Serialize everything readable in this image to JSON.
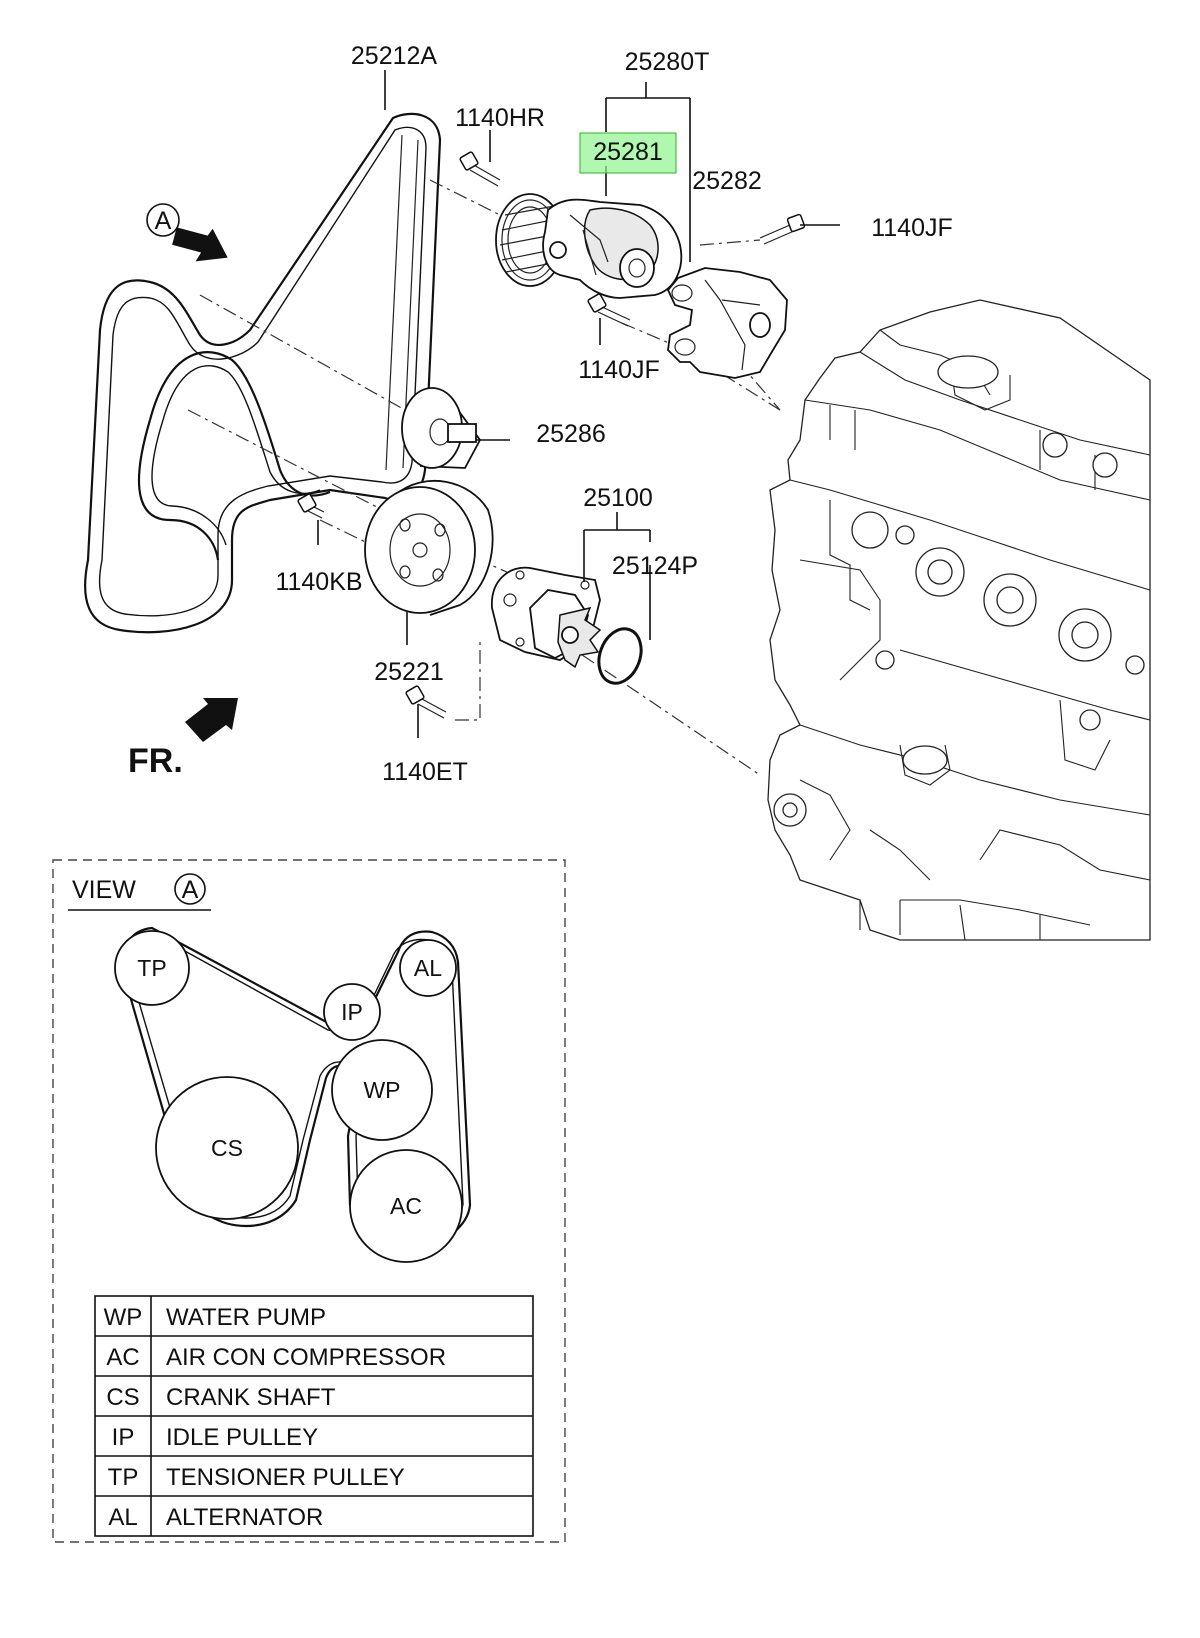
{
  "callouts": {
    "belt_main": "25212A",
    "tensioner_assy": "25280T",
    "tensioner": "25281",
    "bracket": "25282",
    "bolt_hr": "1140HR",
    "bolt_jf_right": "1140JF",
    "bolt_jf_lower": "1140JF",
    "idler_pulley": "25286",
    "water_pump_assy": "25100",
    "gasket": "25124P",
    "bolt_kb": "1140KB",
    "wp_pulley": "25221",
    "bolt_et": "1140ET"
  },
  "view_marker": "A",
  "front_marker": "FR.",
  "view_a": {
    "title": "VIEW",
    "marker": "A",
    "pulleys": {
      "tp": "TP",
      "ip": "IP",
      "al": "AL",
      "wp": "WP",
      "cs": "CS",
      "ac": "AC"
    }
  },
  "legend": [
    {
      "code": "WP",
      "name": "WATER PUMP"
    },
    {
      "code": "AC",
      "name": "AIR CON COMPRESSOR"
    },
    {
      "code": "CS",
      "name": "CRANK SHAFT"
    },
    {
      "code": "IP",
      "name": "IDLE PULLEY"
    },
    {
      "code": "TP",
      "name": "TENSIONER PULLEY"
    },
    {
      "code": "AL",
      "name": "ALTERNATOR"
    }
  ],
  "highlight_color": "#8ef58e"
}
